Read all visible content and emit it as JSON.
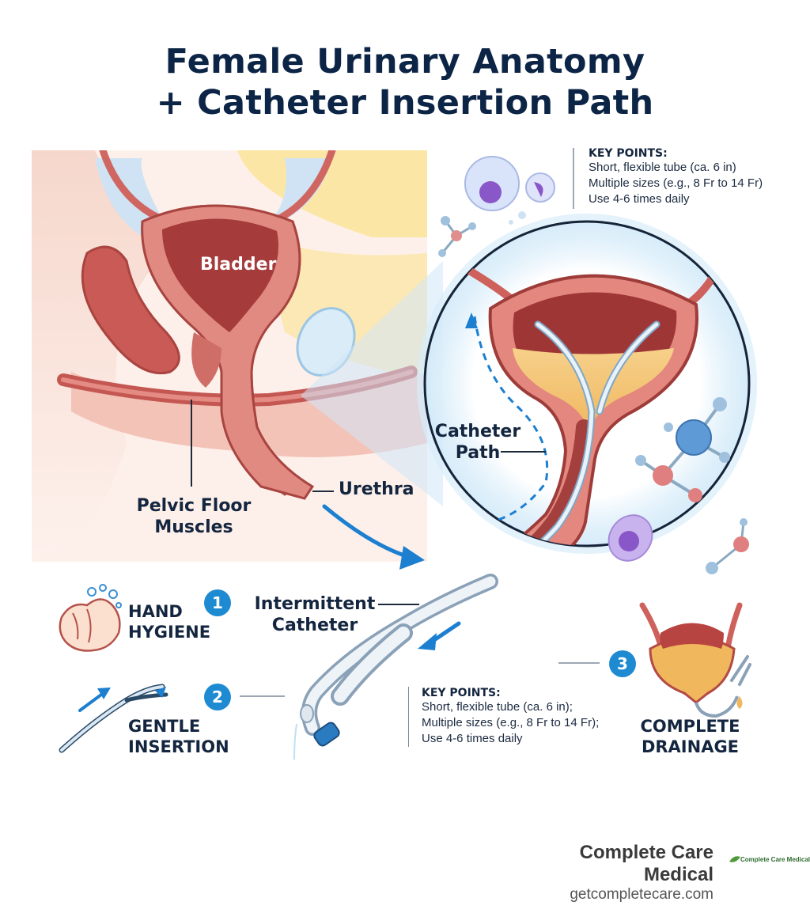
{
  "title_line1": "Female Urinary Anatomy",
  "title_line2": "+ Catheter Insertion Path",
  "anatomy": {
    "bladder": "Bladder",
    "urethra": "Urethra",
    "pelvic_floor_line1": "Pelvic Floor",
    "pelvic_floor_line2": "Muscles",
    "catheter_path_line1": "Catheter",
    "catheter_path_line2": "Path",
    "intermittent_line1": "Intermittent",
    "intermittent_line2": "Catheter"
  },
  "key_points_top": {
    "title": "KEY POINTS:",
    "lines": [
      "Short, flexible tube (ca. 6 in)",
      "Multiple sizes (e.g., 8 Fr to 14 Fr)",
      "Use 4-6 times daily"
    ]
  },
  "key_points_bottom": {
    "title": "KEY POINTS:",
    "lines": [
      "Short, flexible tube (ca. 6 in);",
      "Multiple sizes (e.g., 8 Fr to 14 Fr);",
      "Use 4-6 times daily"
    ]
  },
  "steps": [
    {
      "number": "1",
      "line1": "HAND",
      "line2": "HYGIENE",
      "icon": "hand-washing-icon"
    },
    {
      "number": "2",
      "line1": "GENTLE",
      "line2": "INSERTION",
      "icon": "catheter-insertion-icon"
    },
    {
      "number": "3",
      "line1": "COMPLETE",
      "line2": "DRAINAGE",
      "icon": "drainage-bladder-icon"
    }
  ],
  "brand": {
    "name": "Complete Care Medical",
    "url": "getcompletecare.com",
    "logo_text": "Complete Care Medical"
  },
  "colors": {
    "title": "#0c2446",
    "accent_blue": "#1d8ad1",
    "tissue_red": "#d9696a",
    "urine_yellow": "#f3c46a"
  }
}
